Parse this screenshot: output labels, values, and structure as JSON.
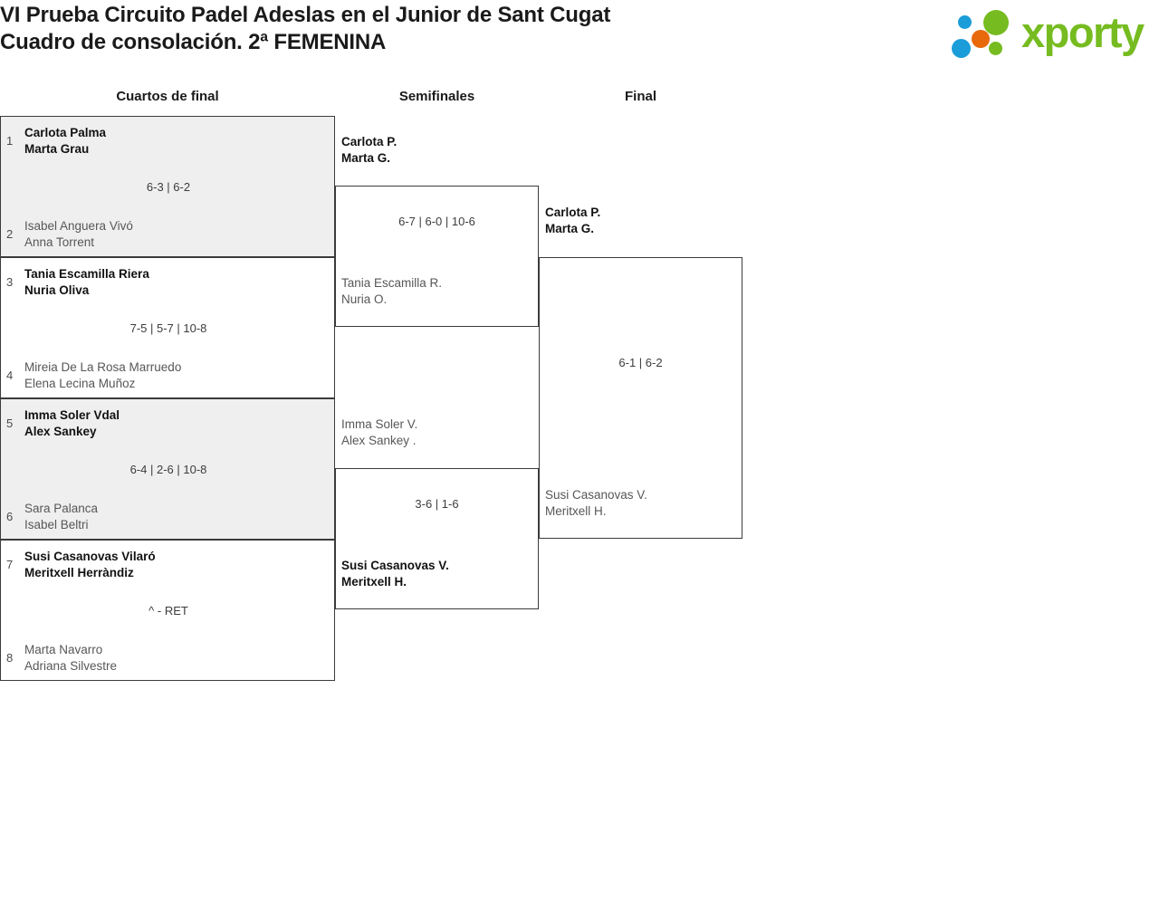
{
  "header": {
    "title_line1": "VI Prueba Circuito Padel Adeslas en el Junior de Sant Cugat",
    "title_line2": "Cuadro de consolación. 2ª FEMENINA",
    "logo_text": "xporty",
    "logo_colors": {
      "green": "#76bc21",
      "blue": "#1a9dd9",
      "orange": "#e8690b"
    }
  },
  "columns": [
    {
      "label": "Cuartos de final"
    },
    {
      "label": "Semifinales"
    },
    {
      "label": "Final"
    }
  ],
  "bracket": {
    "round1": [
      {
        "seed_top": "1",
        "top": {
          "player1": "Carlota Palma",
          "player2": "Marta Grau",
          "result": "winner"
        },
        "score": "6-3 | 6-2",
        "seed_bottom": "2",
        "bottom": {
          "player1": "Isabel Anguera Vivó",
          "player2": "Anna Torrent",
          "result": "loser"
        }
      },
      {
        "seed_top": "3",
        "top": {
          "player1": "Tania Escamilla Riera",
          "player2": "Nuria Oliva",
          "result": "winner"
        },
        "score": "7-5 | 5-7 | 10-8",
        "seed_bottom": "4",
        "bottom": {
          "player1": "Mireia De La Rosa Marruedo",
          "player2": "Elena Lecina Muñoz",
          "result": "loser"
        }
      },
      {
        "seed_top": "5",
        "top": {
          "player1": "Imma Soler Vdal",
          "player2": "Alex Sankey",
          "result": "winner"
        },
        "score": "6-4 | 2-6 | 10-8",
        "seed_bottom": "6",
        "bottom": {
          "player1": "Sara Palanca",
          "player2": "Isabel Beltri",
          "result": "loser"
        }
      },
      {
        "seed_top": "7",
        "top": {
          "player1": "Susi Casanovas Vilaró",
          "player2": "Meritxell Herràndiz",
          "result": "winner"
        },
        "score": "^ - RET",
        "seed_bottom": "8",
        "bottom": {
          "player1": "Marta Navarro",
          "player2": "Adriana Silvestre",
          "result": "loser"
        }
      }
    ],
    "semifinals": [
      {
        "top": {
          "player1": "Carlota P.",
          "player2": "Marta G.",
          "result": "winner"
        },
        "score": "6-7 | 6-0 | 10-6",
        "bottom": {
          "player1": "Tania Escamilla R.",
          "player2": "Nuria O.",
          "result": "loser"
        }
      },
      {
        "top": {
          "player1": "Imma Soler V.",
          "player2": "Alex Sankey .",
          "result": "loser"
        },
        "score": "3-6 | 1-6",
        "bottom": {
          "player1": "Susi Casanovas V.",
          "player2": "Meritxell H.",
          "result": "winner"
        }
      }
    ],
    "final": {
      "top": {
        "player1": "Carlota P.",
        "player2": "Marta G.",
        "result": "winner"
      },
      "score": "6-1 | 6-2",
      "bottom": {
        "player1": "Susi Casanovas V.",
        "player2": "Meritxell H.",
        "result": "loser"
      }
    }
  }
}
